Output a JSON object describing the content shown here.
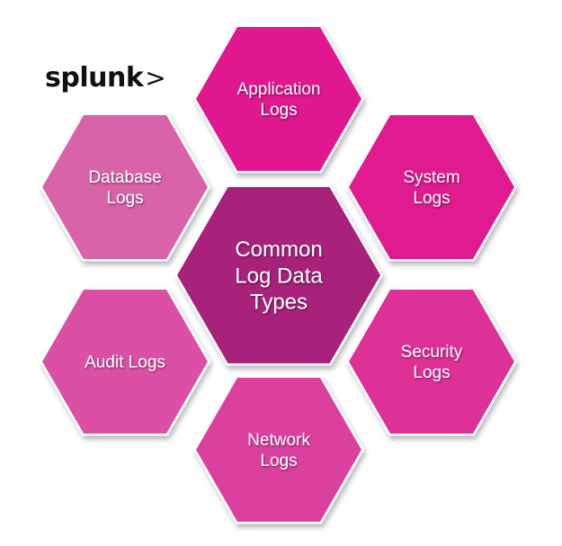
{
  "logo": {
    "text": "splunk",
    "mark": ">"
  },
  "center": {
    "lines": [
      "Common",
      "Log Data",
      "Types"
    ],
    "color": "#a8217b"
  },
  "hexes": [
    {
      "id": "application",
      "lines": [
        "Application",
        "Logs"
      ],
      "color": "#e0178f"
    },
    {
      "id": "system",
      "lines": [
        "System",
        "Logs"
      ],
      "color": "#e01b90"
    },
    {
      "id": "security",
      "lines": [
        "Security",
        "Logs"
      ],
      "color": "#de3198"
    },
    {
      "id": "network",
      "lines": [
        "Network",
        "Logs"
      ],
      "color": "#dc409f"
    },
    {
      "id": "audit",
      "lines": [
        "Audit Logs"
      ],
      "color": "#db50a4"
    },
    {
      "id": "database",
      "lines": [
        "Database",
        "Logs"
      ],
      "color": "#d963a9"
    }
  ]
}
